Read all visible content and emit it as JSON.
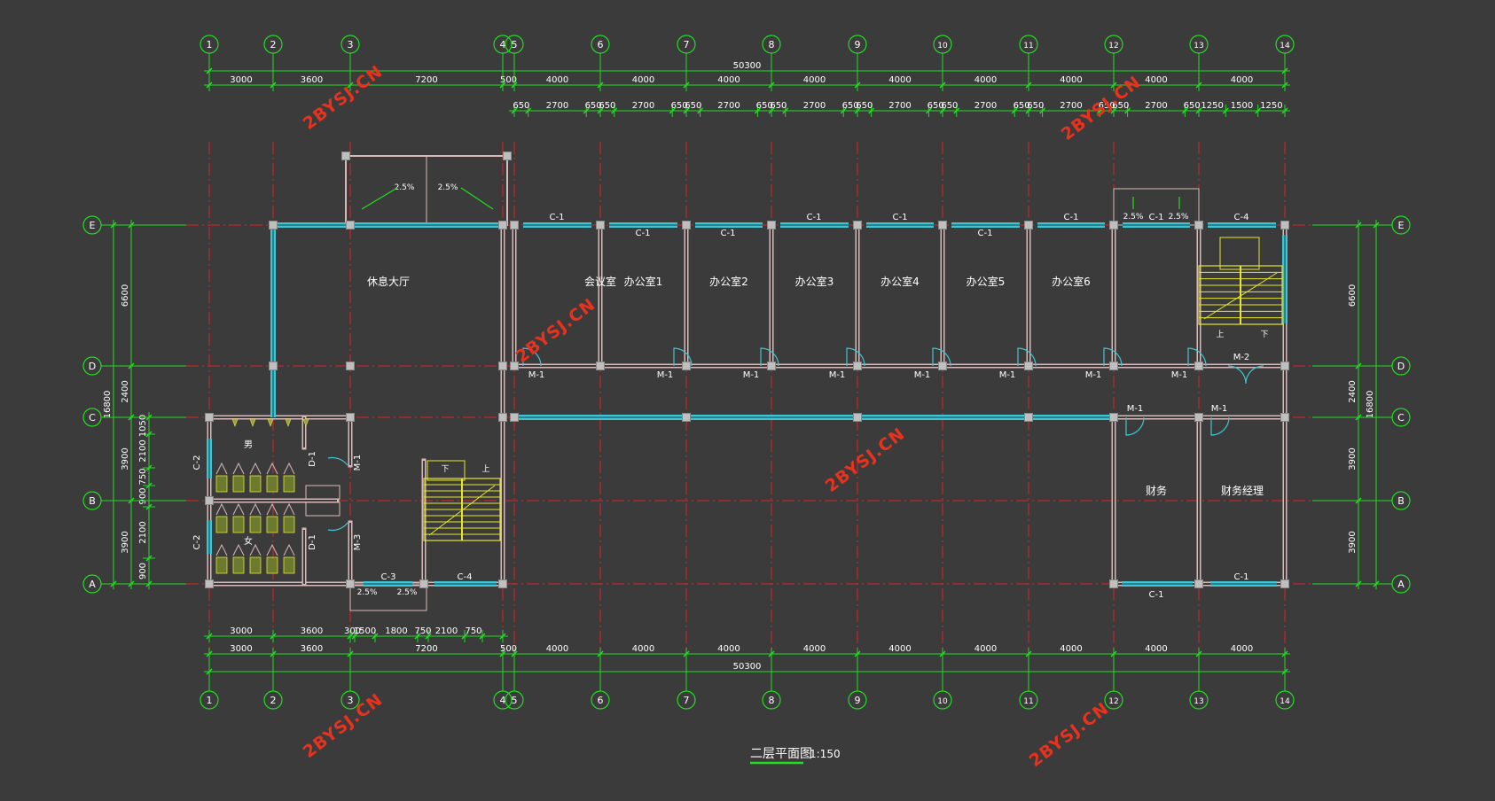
{
  "drawing": {
    "title": "二层平面图",
    "scale": "1:150",
    "watermark": "2BYSJ.CN"
  },
  "colors": {
    "background": "#3b3b3b",
    "grid_axis": "#e0202a",
    "dimension": "#22dd22",
    "wall": "#d8b8b8",
    "window": "#3fc4d4",
    "stair": "#e6e62c",
    "text": "#ffffff",
    "watermark": "#e8321e"
  },
  "axes_x": [
    "1",
    "2",
    "3",
    "4",
    "5",
    "6",
    "7",
    "8",
    "9",
    "10",
    "11",
    "12",
    "13",
    "14"
  ],
  "axes_y": [
    "E",
    "D",
    "C",
    "B",
    "A"
  ],
  "dimensions": {
    "top_total": "50300",
    "top_bays": [
      "3000",
      "3600",
      "7200",
      "500",
      "4000",
      "4000",
      "4000",
      "4000",
      "4000",
      "4000",
      "4000",
      "4000",
      "4000"
    ],
    "top_windows": [
      "650",
      "2700",
      "650",
      "650",
      "2700",
      "650",
      "650",
      "2700",
      "650",
      "650",
      "2700",
      "650",
      "650",
      "2700",
      "650",
      "650",
      "2700",
      "650",
      "650",
      "2700",
      "650",
      "650",
      "2700",
      "650",
      "1250",
      "1500",
      "1250"
    ],
    "bottom_windows": [
      "3000",
      "3600",
      "300",
      "1500",
      "1800",
      "750",
      "2100",
      "750"
    ],
    "bottom_bays": [
      "3000",
      "3600",
      "7200",
      "500",
      "4000",
      "4000",
      "4000",
      "4000",
      "4000",
      "4000",
      "4000",
      "4000",
      "4000"
    ],
    "bottom_total": "50300",
    "left_outer": [
      "6600",
      "2400",
      "3900",
      "3900"
    ],
    "left_total": "16800",
    "left_inner": [
      "1050",
      "2100",
      "750",
      "900",
      "2100",
      "900"
    ],
    "right_outer": [
      "6600",
      "2400",
      "3900",
      "3900"
    ],
    "right_total": "16800"
  },
  "rooms": {
    "lounge": "休息大厅",
    "meeting": "会议室",
    "office1": "办公室1",
    "office2": "办公室2",
    "office3": "办公室3",
    "office4": "办公室4",
    "office5": "办公室5",
    "office6": "办公室6",
    "finance": "财务",
    "finance_manager": "财务经理",
    "men": "男",
    "women": "女"
  },
  "labels": {
    "c1": "C-1",
    "c2": "C-2",
    "c3": "C-3",
    "c4": "C-4",
    "m1": "M-1",
    "m2": "M-2",
    "m3": "M-3",
    "d1": "D-1",
    "slope": "2.5%",
    "up": "上",
    "down": "下"
  }
}
